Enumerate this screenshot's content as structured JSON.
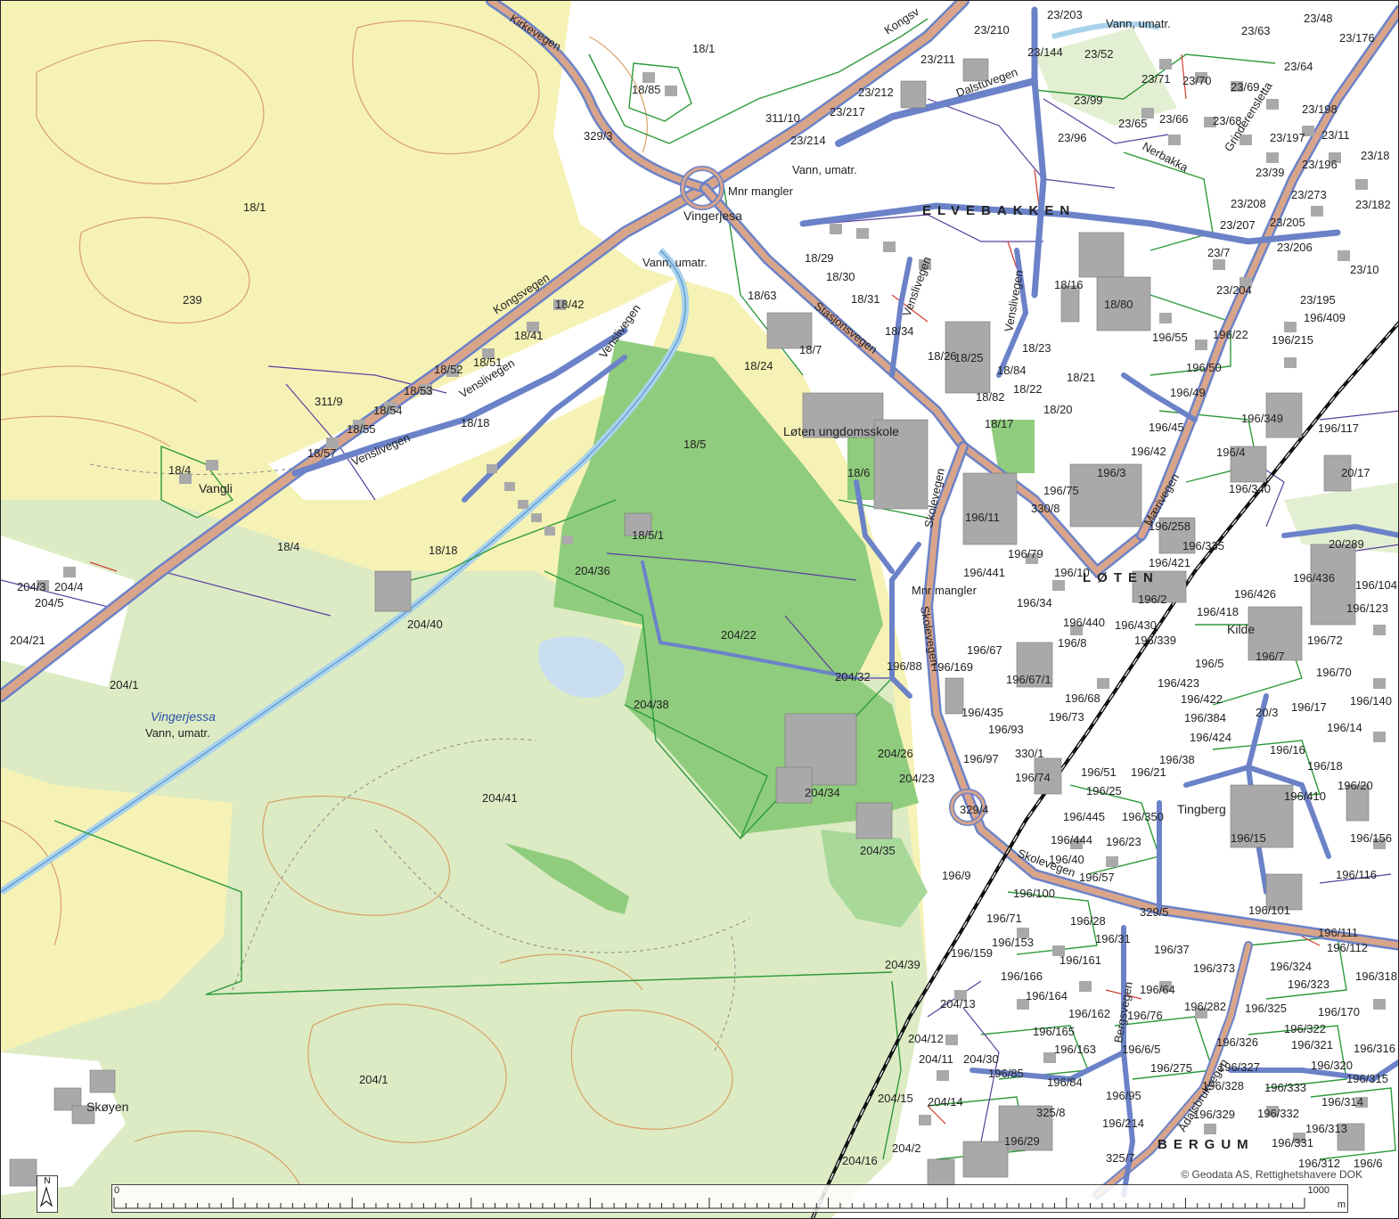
{
  "colors": {
    "forest_yellow": "#f6f2b5",
    "open_green": "#dcebc4",
    "park_green": "#8fcc7d",
    "built_white": "#ffffff",
    "road_main": "#d9a58a",
    "road_outline": "#6b82c8",
    "parcel_green": "#2d9a3a",
    "parcel_purple": "#5b3f9e",
    "building": "#a9a9a9",
    "contour": "#d9a068",
    "river": "#a8d2ec",
    "railway": "#111111"
  },
  "parcels": [
    "18/1",
    "18/85",
    "329/3",
    "311/10",
    "18/1",
    "239",
    "18/42",
    "18/41",
    "18/52",
    "18/51",
    "18/53",
    "18/54",
    "18/55",
    "311/9",
    "18/57",
    "18/18",
    "18/4",
    "18/4",
    "18/18",
    "204/3",
    "204/4",
    "204/5",
    "204/21",
    "204/1",
    "204/40",
    "204/36",
    "204/22",
    "204/38",
    "204/41",
    "204/32",
    "204/26",
    "204/23",
    "204/34",
    "204/35",
    "204/39",
    "204/1",
    "204/13",
    "204/12",
    "204/11",
    "204/30",
    "204/15",
    "204/14",
    "204/16",
    "204/2",
    "18/5",
    "18/6",
    "18/5/1",
    "18/24",
    "18/7",
    "18/63",
    "18/29",
    "18/30",
    "18/31",
    "18/34",
    "18/26",
    "18/25",
    "18/23",
    "18/84",
    "18/22",
    "18/82",
    "18/17",
    "18/21",
    "18/20",
    "18/16",
    "18/80",
    "23/210",
    "23/211",
    "23/212",
    "23/217",
    "23/214",
    "23/144",
    "23/52",
    "23/99",
    "23/96",
    "23/65",
    "23/66",
    "23/68",
    "23/203",
    "23/48",
    "23/63",
    "23/64",
    "23/176",
    "23/71",
    "23/70",
    "23/69",
    "23/198",
    "23/197",
    "23/11",
    "23/196",
    "23/39",
    "23/273",
    "23/208",
    "23/207",
    "23/205",
    "23/206",
    "23/7",
    "23/204",
    "23/195",
    "196/409",
    "196/215",
    "196/55",
    "196/22",
    "196/50",
    "196/49",
    "196/45",
    "196/42",
    "196/349",
    "196/4",
    "196/340",
    "196/3",
    "196/75",
    "196/11",
    "330/8",
    "196/258",
    "196/335",
    "196/79",
    "196/10",
    "196/441",
    "196/34",
    "196/421",
    "196/2",
    "196/426",
    "196/418",
    "196/436",
    "196/440",
    "196/430",
    "196/339",
    "196/8",
    "196/67",
    "196/67/1",
    "196/68",
    "196/169",
    "196/88",
    "196/435",
    "196/73",
    "196/93",
    "196/97",
    "330/1",
    "196/74",
    "196/51",
    "196/21",
    "196/25",
    "196/38",
    "329/4",
    "196/445",
    "196/350",
    "196/444",
    "196/23",
    "196/40",
    "196/57",
    "196/9",
    "196/100",
    "196/71",
    "196/28",
    "196/31",
    "329/5",
    "196/153",
    "196/161",
    "196/37",
    "196/373",
    "196/159",
    "196/166",
    "196/164",
    "196/162",
    "196/76",
    "196/64",
    "196/282",
    "196/165",
    "196/163",
    "196/6/5",
    "196/275",
    "196/85",
    "196/84",
    "196/95",
    "196/214",
    "325/8",
    "196/29",
    "325/7",
    "20/17",
    "20/289",
    "196/117",
    "196/104",
    "196/123",
    "196/72",
    "196/70",
    "196/140",
    "196/17",
    "196/14",
    "196/16",
    "196/18",
    "196/20",
    "196/410",
    "196/15",
    "196/156",
    "196/116",
    "196/101",
    "196/111",
    "196/112",
    "196/324",
    "196/323",
    "196/318",
    "196/325",
    "196/170",
    "196/322",
    "196/326",
    "196/321",
    "196/316",
    "196/327",
    "196/320",
    "196/328",
    "196/333",
    "196/315",
    "196/314",
    "196/329",
    "196/332",
    "196/313",
    "196/331",
    "196/312",
    "196/6",
    "23/18",
    "23/182",
    "23/10",
    "196/7",
    "196/5",
    "196/423",
    "196/422",
    "196/384",
    "196/424",
    "20/3"
  ],
  "places": {
    "vangli": "Vangli",
    "vingerjesa": "Vingerjesa",
    "vingerjessa_water": "Vingerjessa",
    "vann_umatr": "Vann, umatr.",
    "mnr_mangler": "Mnr mangler",
    "loten_ungdomsskole": "Løten ungdomsskole",
    "kilde": "Kilde",
    "tingberg": "Tingberg",
    "skoyen": "Skøyen",
    "elvebakken": "ELVEBAKKEN",
    "loten": "LØTEN",
    "bergum": "BERGUM"
  },
  "roads": {
    "kongsvegen": "Kongsvegen",
    "venslivegen": "Venslivegen",
    "stasjonsvegen": "Stasjonsvegen",
    "skolevegen": "Skolevegen",
    "dalstuvegen": "Dalstuvegen",
    "nerbakka": "Nerbakka",
    "grinderensletta": "Grinderensletta",
    "maerivegen": "Mærivegen",
    "bergsvegen": "Bergsvegen",
    "adalsbrukvegen": "Ådalsbrukvegen",
    "kirkevegen": "Kirkevegen",
    "kongsv": "Kongsv"
  },
  "scale": {
    "start": "0",
    "end": "1000",
    "unit": "m"
  },
  "north_label": "N",
  "copyright": "© Geodata AS, Rettighetshavere DOK"
}
